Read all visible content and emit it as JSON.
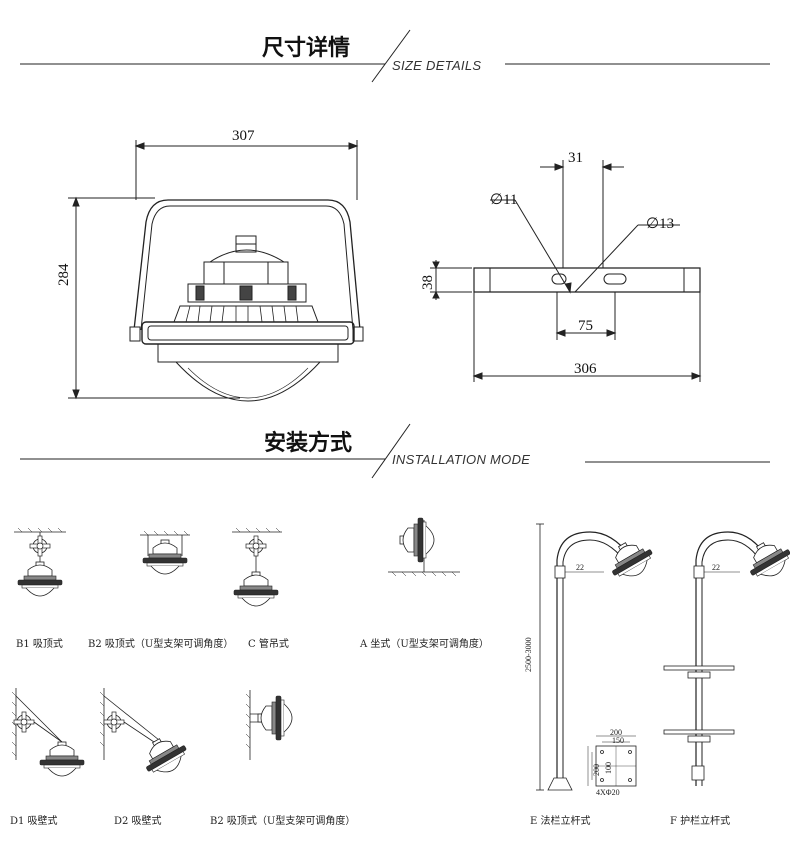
{
  "size_section": {
    "title": "尺寸详情",
    "subtitle": "SIZE DETAILS"
  },
  "install_section": {
    "title": "安装方式",
    "subtitle": "INSTALLATION MODE"
  },
  "lamp_dims": {
    "width": "307",
    "height": "284"
  },
  "bracket_dims": {
    "top": "31",
    "hole_left": "∅11",
    "hole_right": "∅13",
    "thickness": "38",
    "hole_spacing": "75",
    "length": "306"
  },
  "captions": {
    "b1": "B1 吸顶式",
    "b2": "B2 吸顶式（U型支架可调角度）",
    "c": "C 管吊式",
    "a": "A 坐式（U型支架可调角度）",
    "d1": "D1 吸壁式",
    "d2": "D2 吸壁式",
    "b2b": "B2 吸顶式（U型支架可调角度）",
    "e": "E 法栏立杆式",
    "f": "F 护栏立杆式"
  },
  "pole_dims": {
    "height": "2500-3000",
    "arm_e": "22",
    "arm_f": "22",
    "base_w": "200",
    "base_in": "150",
    "base_h": "100",
    "base_h2": "200",
    "bolts": "4XΦ20"
  }
}
